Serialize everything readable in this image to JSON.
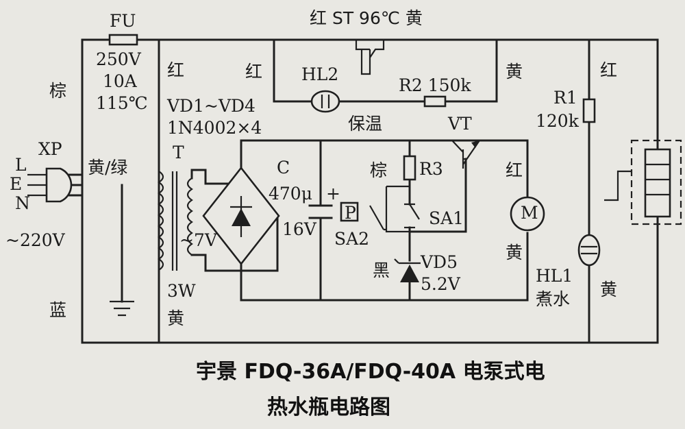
{
  "title": {
    "line1": "宇景 FDQ-36A/FDQ-40A 电泵式电",
    "line2": "热水瓶电路图"
  },
  "labels": {
    "fu": "FU",
    "fu_voltage": "250V",
    "fu_current": "10A",
    "fu_temp": "115℃",
    "plug_brown": "棕",
    "plug_xp": "XP",
    "plug_l": "L",
    "plug_e": "E",
    "plug_n": "N",
    "mains": "~220V",
    "plug_blue": "蓝",
    "ground_wire": "黄/绿",
    "trafo_red": "红",
    "vd_range": "VD1~VD4",
    "vd_part": "1N4002×4",
    "trafo_t": "T",
    "trafo_sec": "~7V",
    "trafo_power": "3W",
    "trafo_yellow": "黄",
    "st_label": "红 ST 96℃ 黄",
    "hl2_red": "红",
    "hl2": "HL2",
    "r2": "R2 150k",
    "st_yellow": "黄",
    "keep_warm": "保温",
    "vt": "VT",
    "cap": "C",
    "cap_value": "470μ",
    "cap_plus": "+",
    "cap_voltage": "16V",
    "r3_brown": "棕",
    "r3": "R3",
    "sa2_box": "P",
    "sa2": "SA2",
    "sa1": "SA1",
    "motor_red": "红",
    "motor": "M",
    "motor_yellow": "黄",
    "vd5_black": "黑",
    "vd5": "VD5",
    "vd5_voltage": "5.2V",
    "r1": "R1",
    "r1_value": "120k",
    "heater_red": "红",
    "hl1": "HL1",
    "hl1_boil": "煮水",
    "heater_yellow": "黄"
  }
}
